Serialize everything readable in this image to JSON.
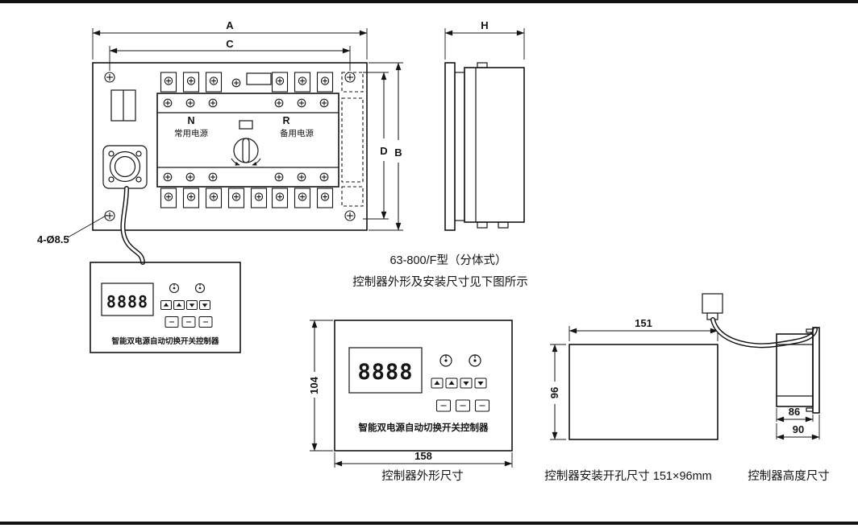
{
  "colors": {
    "line": "#141414",
    "background": "#ffffff"
  },
  "main_view": {
    "dim_a": "A",
    "dim_c": "C",
    "dim_b": "B",
    "dim_d": "D",
    "normal_letter": "N",
    "normal_label": "常用电源",
    "reserve_letter": "R",
    "reserve_label": "备用电源",
    "holes_label": "4-Ø8.5"
  },
  "side_view": {
    "dim_h": "H"
  },
  "remote_controller": {
    "display": "8888",
    "label": "智能双电源自动切换开关控制器"
  },
  "note": {
    "line1": "63-800/F型（分体式）",
    "line2": "控制器外形及安装尺寸见下图所示"
  },
  "controller_front": {
    "display": "8888",
    "label": "智能双电源自动切换开关控制器",
    "dim_height": "104",
    "dim_width": "158",
    "caption": "控制器外形尺寸"
  },
  "cutout": {
    "dim_width": "151",
    "dim_height": "96",
    "caption": "控制器安装开孔尺寸 151×96mm"
  },
  "height_view": {
    "dim_depth": "86",
    "dim_total": "90",
    "caption": "控制器高度尺寸"
  }
}
